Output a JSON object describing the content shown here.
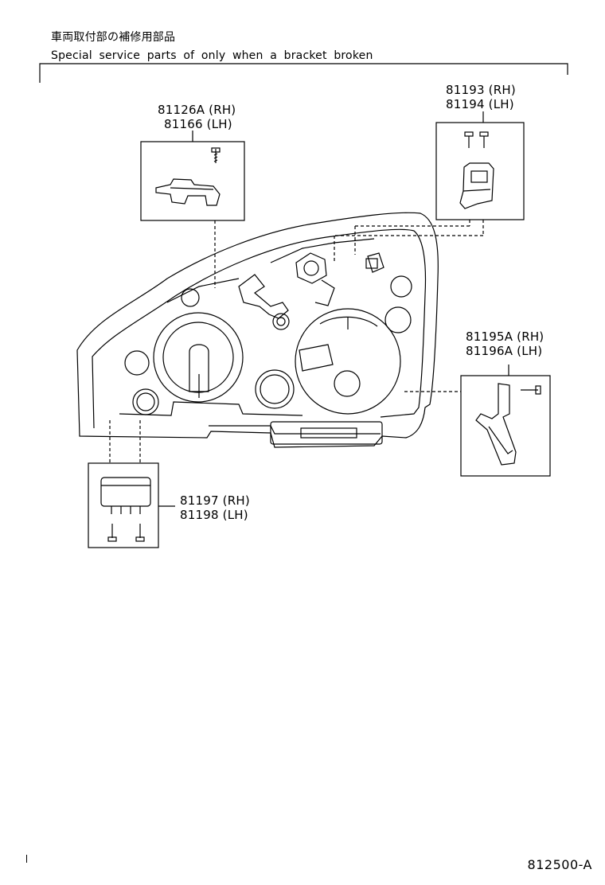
{
  "header": {
    "japanese": "車両取付部の補修用部品",
    "english": "Special service parts of only when a bracket broken"
  },
  "callouts": {
    "top_left": {
      "rh": "81126A (RH)",
      "lh": "81166 (LH)"
    },
    "top_right": {
      "rh": "81193 (RH)",
      "lh": "81194 (LH)"
    },
    "mid_right": {
      "rh": "81195A (RH)",
      "lh": "81196A (LH)"
    },
    "bottom_left": {
      "rh": "81197 (RH)",
      "lh": "81198 (LH)"
    }
  },
  "footer": {
    "code": "812500-A"
  }
}
